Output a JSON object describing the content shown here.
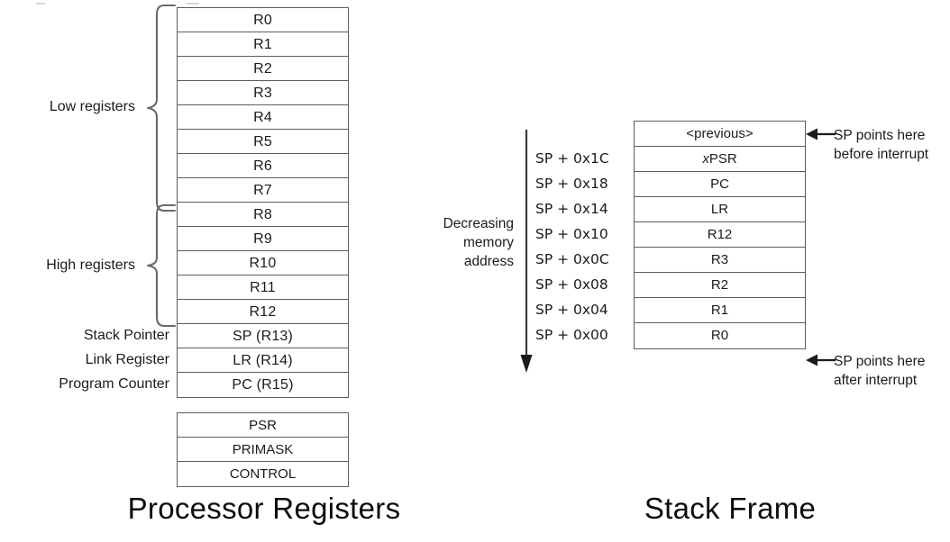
{
  "figure": {
    "left_caption": "Processor Registers",
    "right_caption": "Stack Frame"
  },
  "processor_registers": {
    "group_labels": {
      "low": "Low registers",
      "high": "High registers"
    },
    "row_labels": {
      "sp": "Stack Pointer",
      "lr": "Link Register",
      "pc": "Program Counter"
    },
    "core_rows": [
      {
        "name": "R0"
      },
      {
        "name": "R1"
      },
      {
        "name": "R2"
      },
      {
        "name": "R3"
      },
      {
        "name": "R4"
      },
      {
        "name": "R5"
      },
      {
        "name": "R6"
      },
      {
        "name": "R7"
      },
      {
        "name": "R8"
      },
      {
        "name": "R9"
      },
      {
        "name": "R10"
      },
      {
        "name": "R11"
      },
      {
        "name": "R12"
      },
      {
        "name": "SP (R13)"
      },
      {
        "name": "LR (R14)"
      },
      {
        "name": "PC (R15)"
      }
    ],
    "special_rows": [
      {
        "name": "PSR"
      },
      {
        "name": "PRIMASK"
      },
      {
        "name": "CONTROL"
      }
    ]
  },
  "stack_frame": {
    "direction_label_lines": [
      "Decreasing",
      "memory",
      "address"
    ],
    "rows": [
      {
        "offset": "",
        "contents": "<previous>",
        "italic_prefix": ""
      },
      {
        "offset": "SP + 0x1C",
        "contents": "PSR",
        "italic_prefix": "x"
      },
      {
        "offset": "SP + 0x18",
        "contents": "PC",
        "italic_prefix": ""
      },
      {
        "offset": "SP + 0x14",
        "contents": "LR",
        "italic_prefix": ""
      },
      {
        "offset": "SP + 0x10",
        "contents": "R12",
        "italic_prefix": ""
      },
      {
        "offset": "SP + 0x0C",
        "contents": "R3",
        "italic_prefix": ""
      },
      {
        "offset": "SP + 0x08",
        "contents": "R2",
        "italic_prefix": ""
      },
      {
        "offset": "SP + 0x04",
        "contents": "R1",
        "italic_prefix": ""
      },
      {
        "offset": "SP + 0x00",
        "contents": "R0",
        "italic_prefix": ""
      }
    ],
    "callout_top": [
      "SP points here",
      "before interrupt"
    ],
    "callout_bottom": [
      "SP points here",
      "after interrupt"
    ]
  },
  "colors": {
    "line": "#5d5d5d",
    "text": "#1b1b1b",
    "background": "#ffffff"
  }
}
